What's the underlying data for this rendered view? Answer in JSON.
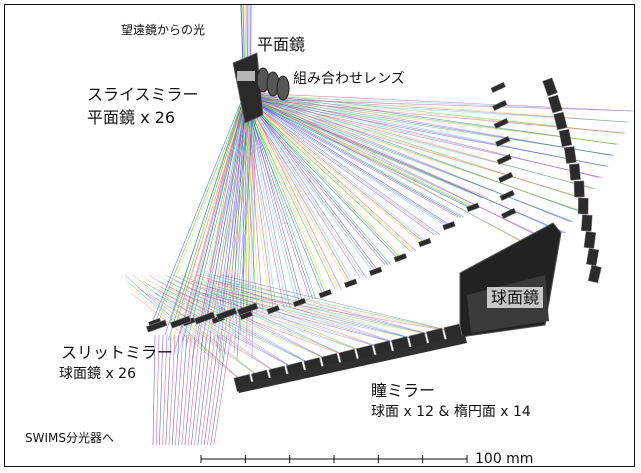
{
  "labels": {
    "telescope_light": "望遠鏡からの光",
    "flat_mirror": "平面鏡",
    "combo_lens": "組み合わせレンズ",
    "slice_mirror_line1": "スライスミラー",
    "slice_mirror_line2": "平面鏡 x 26",
    "spherical_mirror": "球面鏡",
    "slit_mirror_line1": "スリットミラー",
    "slit_mirror_line2": "球面鏡 x 26",
    "pupil_mirror_line1": "瞳ミラー",
    "pupil_mirror_line2": "球面 x 12 & 楕円面 x 14",
    "swims": "SWIMS分光器へ",
    "scale": "100 mm"
  },
  "colors": {
    "ray_palette": [
      "#2a3cd8",
      "#19b33a",
      "#e0d22a",
      "#e8327a",
      "#3fd4e0",
      "#9b40d0",
      "#f28c1c",
      "#6a6a6a"
    ],
    "mirror": "#2b2b2b",
    "mirror_edge": "#8a8a8a"
  }
}
